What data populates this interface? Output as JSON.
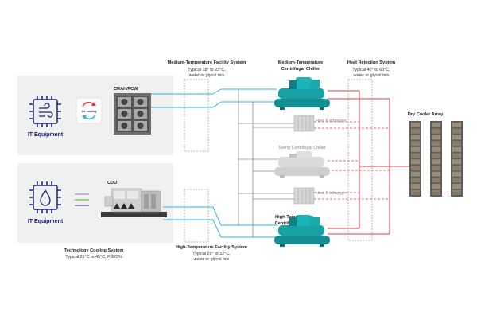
{
  "it_top": {
    "label": "IT Equipment",
    "air_cooling": "Air cooling"
  },
  "crah": {
    "label": "CRAH/FCW"
  },
  "it_bottom": {
    "label": "IT Equipment"
  },
  "cdu": {
    "label": "CDU"
  },
  "tcs": {
    "title": "Technology Cooling System",
    "subtitle": "Typical 25°C to 45°C, PG25%"
  },
  "mtfs": {
    "title": "Medium-Temperature Facility System",
    "line1": "Typical 18° to 23°C,",
    "line2": "water or glycol mix"
  },
  "htfs": {
    "title": "High-Temperature Facility System",
    "line1": "Typical 29° to 32°C,",
    "line2": "water or glycol mix"
  },
  "mt_chiller": {
    "line1": "Medium-Temperature",
    "line2": "Centrifugal Chiller"
  },
  "ht_chiller": {
    "line1": "High-Temperature",
    "line2": "Centrifugal Chiller"
  },
  "swing_chiller": {
    "label": "Swing Centrifugal Chiller"
  },
  "hx_top": {
    "label": "Heat Exchanger"
  },
  "hx_bottom": {
    "label": "Heat Exchanger"
  },
  "hrs": {
    "title": "Heat Rejection System",
    "line1": "Typical 40° to 60°C,",
    "line2": "water or glycol mix"
  },
  "dry_cooler": {
    "label": "Dry Cooler Array"
  },
  "colors": {
    "chilled": "#29b6e8",
    "heat": "#e53950",
    "chiller": "#17a2a6",
    "it": "#1a237e"
  }
}
